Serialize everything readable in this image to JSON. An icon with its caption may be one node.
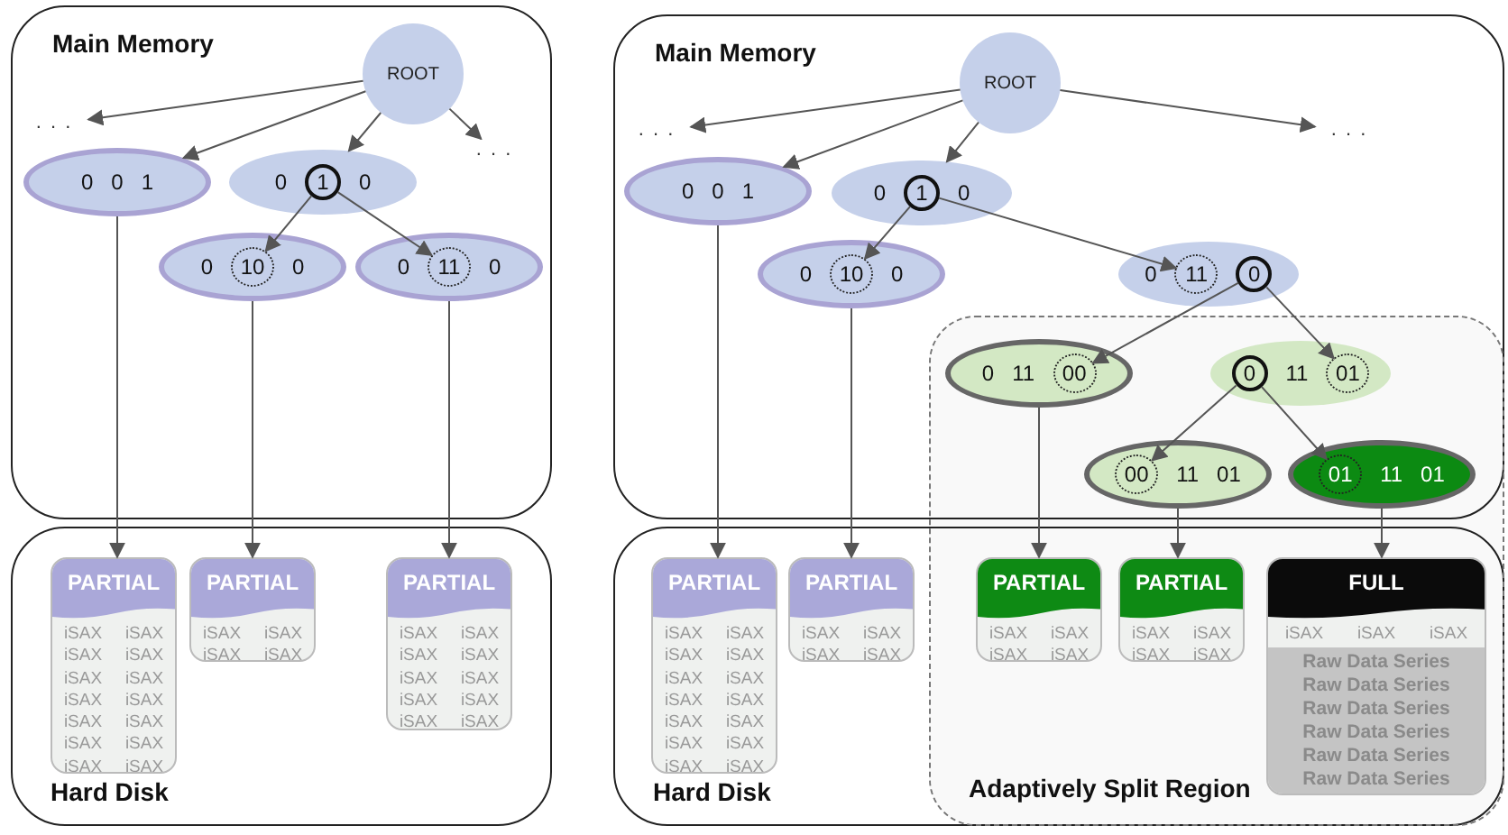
{
  "diagram": {
    "nodes": [
      {
        "text": [
          "Main Memory"
        ]
      },
      {
        "text": [
          "ROOT"
        ],
        "in": 0
      },
      {
        "text": [
          ". . ."
        ],
        "in": 0
      },
      {
        "text": [
          ". . ."
        ],
        "in": 0
      },
      {
        "text": [
          "0",
          "0",
          "1"
        ],
        "in": 0
      },
      {
        "text": [
          "0",
          "0"
        ],
        "in": 0
      },
      {
        "text": [
          "1"
        ],
        "in": 5
      },
      {
        "text": [
          "0",
          "0"
        ],
        "in": 0
      },
      {
        "text": [
          "10"
        ],
        "in": 7
      },
      {
        "text": [
          "0",
          "0"
        ],
        "in": 0
      },
      {
        "text": [
          "11"
        ],
        "in": 9
      },
      {
        "text": [
          "Hard Disk"
        ]
      },
      {
        "text": [
          "PARTIAL",
          "iSAX",
          "iSAX",
          "iSAX",
          "iSAX",
          "iSAX",
          "iSAX",
          "iSAX",
          "iSAX",
          "iSAX",
          "iSAX",
          "iSAX",
          "iSAX",
          "iSAX",
          "iSAX"
        ],
        "in": 11
      },
      {
        "text": [
          "PARTIAL",
          "iSAX",
          "iSAX",
          "iSAX",
          "iSAX"
        ],
        "in": 11
      },
      {
        "text": [
          "PARTIAL",
          "iSAX",
          "iSAX",
          "iSAX",
          "iSAX",
          "iSAX",
          "iSAX",
          "iSAX",
          "iSAX",
          "iSAX",
          "iSAX"
        ],
        "in": 11
      },
      {
        "text": [
          "Main Memory"
        ]
      },
      {
        "text": [
          "ROOT"
        ],
        "in": 15
      },
      {
        "text": [
          ". . ."
        ],
        "in": 15
      },
      {
        "text": [
          ". . ."
        ],
        "in": 15
      },
      {
        "text": [
          "0",
          "0",
          "1"
        ],
        "in": 15
      },
      {
        "text": [
          "0",
          "0"
        ],
        "in": 15
      },
      {
        "text": [
          "1"
        ],
        "in": 20
      },
      {
        "text": [
          "0",
          "0"
        ],
        "in": 15
      },
      {
        "text": [
          "10"
        ],
        "in": 22
      },
      {
        "text": [
          "0"
        ],
        "in": 15
      },
      {
        "text": [
          "11"
        ],
        "in": 24
      },
      {
        "text": [
          "0"
        ],
        "in": 24
      },
      {
        "text": [
          "0",
          "11"
        ],
        "in": 15
      },
      {
        "text": [
          "00"
        ],
        "in": 27
      },
      {
        "text": [
          "11"
        ],
        "in": 15
      },
      {
        "text": [
          "0"
        ],
        "in": 29
      },
      {
        "text": [
          "01"
        ],
        "in": 29
      },
      {
        "text": [
          "11",
          "01"
        ],
        "in": 15
      },
      {
        "text": [
          "00"
        ],
        "in": 32
      },
      {
        "text": [
          "11",
          "01"
        ],
        "in": 15
      },
      {
        "text": [
          "01"
        ],
        "in": 34
      },
      {
        "text": [
          "Hard Disk"
        ]
      },
      {
        "text": [
          "PARTIAL",
          "iSAX",
          "iSAX",
          "iSAX",
          "iSAX",
          "iSAX",
          "iSAX",
          "iSAX",
          "iSAX",
          "iSAX",
          "iSAX",
          "iSAX",
          "iSAX",
          "iSAX",
          "iSAX"
        ],
        "in": 36
      },
      {
        "text": [
          "PARTIAL",
          "iSAX",
          "iSAX",
          "iSAX",
          "iSAX"
        ],
        "in": 36
      },
      {
        "text": [
          "PARTIAL",
          "iSAX",
          "iSAX",
          "iSAX",
          "iSAX"
        ],
        "in": 36
      },
      {
        "text": [
          "PARTIAL",
          "iSAX",
          "iSAX",
          "iSAX",
          "iSAX"
        ],
        "in": 36
      },
      {
        "text": [
          "FULL",
          "iSAX",
          "iSAX",
          "iSAX",
          "Raw Data Series",
          "Raw Data Series",
          "Raw Data Series",
          "Raw Data Series",
          "Raw Data Series",
          "Raw Data Series"
        ],
        "in": 36
      }
    ],
    "edges": [
      {
        "from": 1,
        "to": 2,
        "arrow": "to"
      },
      {
        "from": 1,
        "to": 4,
        "arrow": "to"
      },
      {
        "from": 1,
        "to": 5,
        "arrow": "to"
      },
      {
        "from": 1,
        "to": 3,
        "arrow": "to"
      },
      {
        "from": 6,
        "to": 8,
        "arrow": "to"
      },
      {
        "from": 6,
        "to": 10,
        "arrow": "to"
      },
      {
        "from": 4,
        "to": 12,
        "arrow": "to"
      },
      {
        "from": 7,
        "to": 13,
        "arrow": "to"
      },
      {
        "from": 9,
        "to": 14,
        "arrow": "to"
      },
      {
        "from": 16,
        "to": 17,
        "arrow": "to"
      },
      {
        "from": 16,
        "to": 19,
        "arrow": "to"
      },
      {
        "from": 16,
        "to": 20,
        "arrow": "to"
      },
      {
        "from": 16,
        "to": 18,
        "arrow": "to"
      },
      {
        "from": 21,
        "to": 23,
        "arrow": "to"
      },
      {
        "from": 21,
        "to": 25,
        "arrow": "to"
      },
      {
        "from": 26,
        "to": 28,
        "arrow": "to"
      },
      {
        "from": 26,
        "to": 31,
        "arrow": "to"
      },
      {
        "from": 30,
        "to": 33,
        "arrow": "to"
      },
      {
        "from": 30,
        "to": 35,
        "arrow": "to"
      },
      {
        "from": 19,
        "to": 37,
        "arrow": "to"
      },
      {
        "from": 22,
        "to": 38,
        "arrow": "to"
      },
      {
        "from": 27,
        "to": 39,
        "arrow": "to"
      },
      {
        "from": 32,
        "to": 40,
        "arrow": "to"
      },
      {
        "from": 34,
        "to": 41,
        "arrow": "to"
      }
    ],
    "labels": [
      "Adaptively Split Region"
    ]
  }
}
